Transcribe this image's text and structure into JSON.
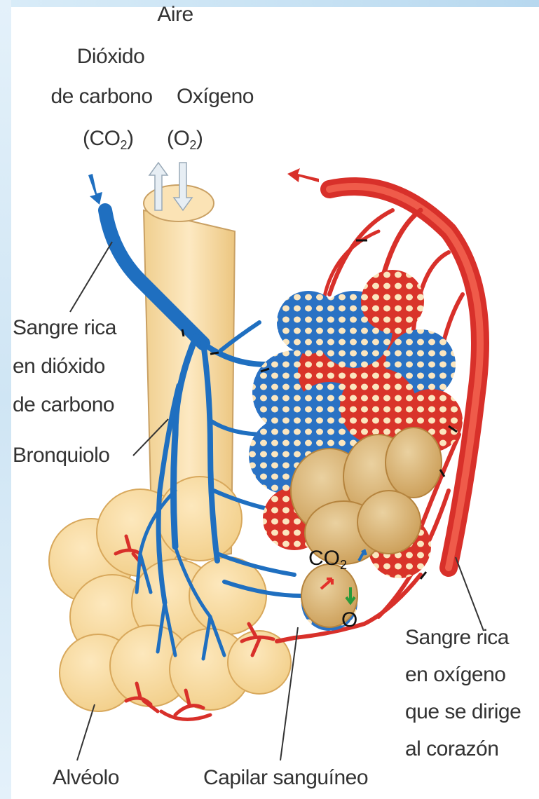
{
  "labels": {
    "aire": "Aire",
    "dioxido_line1": "Dióxido",
    "dioxido_line2": "de carbono",
    "dioxido_formula": "(CO",
    "dioxido_sub": "2",
    "dioxido_close": ")",
    "oxigeno": "Oxígeno",
    "oxigeno_formula": "(O",
    "oxigeno_sub": "2",
    "oxigeno_close": ")",
    "sangre_co2": [
      "Sangre rica",
      "en dióxido",
      "de carbono"
    ],
    "bronquiolo": "Bronquiolo",
    "alveolo": "Alvéolo",
    "capilar": "Capilar sanguíneo",
    "sangre_o2": [
      "Sangre rica",
      "en oxígeno",
      "que se dirige",
      "al corazón"
    ],
    "gas_co2": "CO",
    "gas_co2_sub": "2",
    "gas_o": "O"
  },
  "colors": {
    "blood_deoxygenated": "#1f6fc0",
    "blood_oxygenated": "#e23a2e",
    "tissue": "#f6d9a0",
    "tissue_dark": "#e3b46a"
  }
}
